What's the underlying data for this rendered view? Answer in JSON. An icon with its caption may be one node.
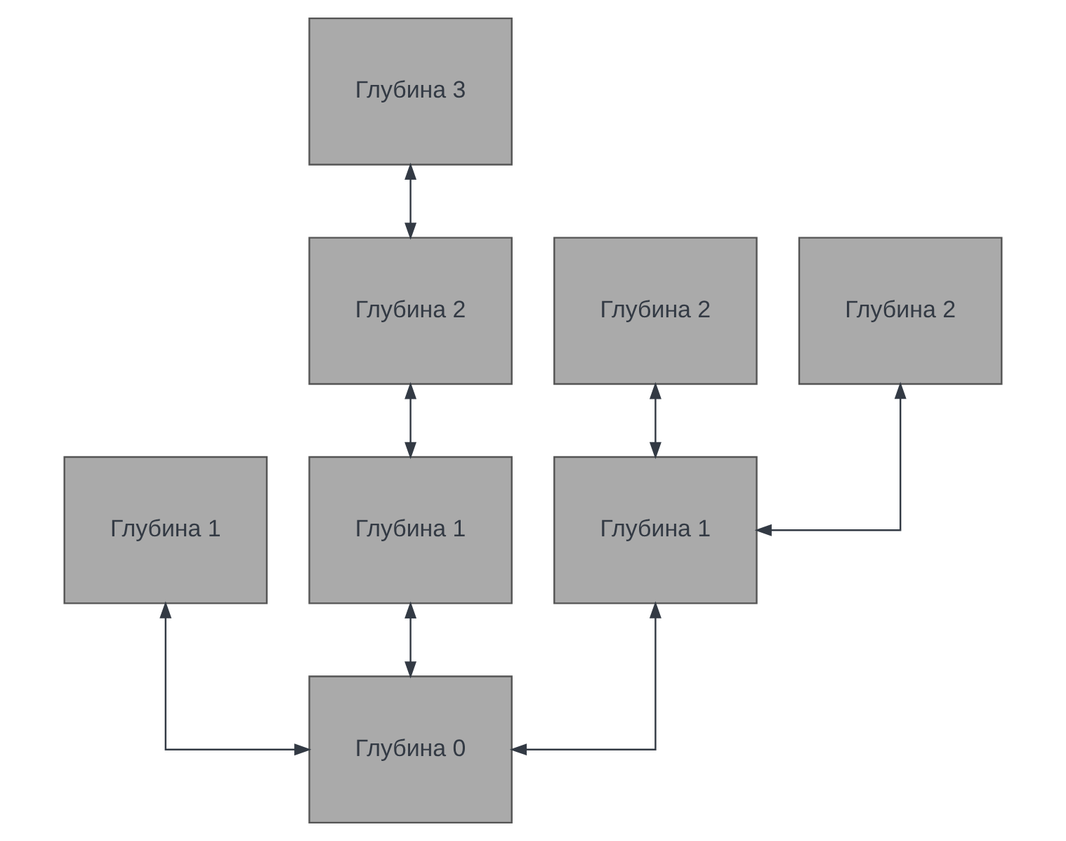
{
  "diagram": {
    "nodes": [
      {
        "text": [
          "Глубина 3"
        ]
      },
      {
        "text": [
          "Глубина 2"
        ]
      },
      {
        "text": [
          "Глубина 2"
        ]
      },
      {
        "text": [
          "Глубина 2"
        ]
      },
      {
        "text": [
          "Глубина 1"
        ]
      },
      {
        "text": [
          "Глубина 1"
        ]
      },
      {
        "text": [
          "Глубина 1"
        ]
      },
      {
        "text": [
          "Глубина 0"
        ]
      }
    ],
    "edges": [
      {
        "from": 7,
        "to": 4,
        "arrow": "both"
      },
      {
        "from": 7,
        "to": 5,
        "arrow": "both"
      },
      {
        "from": 7,
        "to": 6,
        "arrow": "both"
      },
      {
        "from": 5,
        "to": 1,
        "arrow": "both"
      },
      {
        "from": 6,
        "to": 2,
        "arrow": "both"
      },
      {
        "from": 6,
        "to": 3,
        "arrow": "both"
      },
      {
        "from": 1,
        "to": 0,
        "arrow": "both"
      }
    ]
  }
}
